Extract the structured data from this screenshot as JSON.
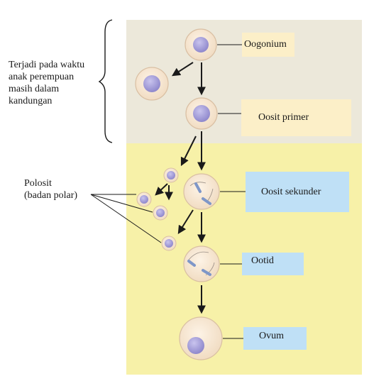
{
  "labels": {
    "oogonium": "Oogonium",
    "oosit_primer": "Oosit primer",
    "oosit_sekunder": "Oosit sekunder",
    "ootid": "Ootid",
    "ovum": "Ovum"
  },
  "notes": {
    "prenatal": [
      "Terjadi pada waktu",
      "anak perempuan",
      "masih dalam",
      "kandungan"
    ],
    "polosit": [
      "Polosit",
      "(badan polar)"
    ]
  },
  "colors": {
    "prenatal_zone": "#ece8da",
    "postnatal_zone": "#f7f1a8",
    "cream_label": "#fcefc8",
    "blue_label": "#bfe0f6",
    "cell_body": "#f5e4cf",
    "nucleus": "#a9a3da",
    "chromosome": "#7f97c8"
  }
}
